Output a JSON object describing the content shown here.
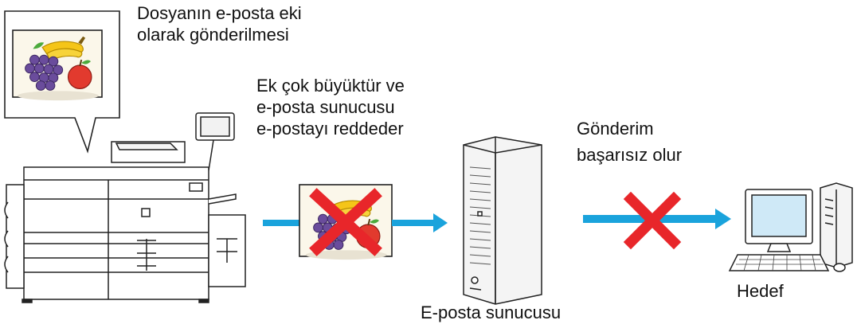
{
  "labels": {
    "attachment_line1": "Dosyanın e-posta eki",
    "attachment_line2": "olarak gönderilmesi",
    "too_large_line1": "Ek çok büyüktür ve",
    "too_large_line2": "e-posta sunucusu",
    "too_large_line3": "e-postayı reddeder",
    "failure_line1": "Gönderim",
    "failure_line2": "başarısız olur",
    "destination": "Hedef",
    "mail_server": "E-posta sunucusu"
  },
  "colors": {
    "arrow": "#1aa3dc",
    "cross": "#e8262a",
    "screen": "#cfe9f7",
    "server_body": "#f4f4f4"
  },
  "icons": {
    "printer": "mfp-printer-icon",
    "photo": "fruit-photo-icon",
    "server": "server-tower-icon",
    "computer": "desktop-computer-icon"
  }
}
